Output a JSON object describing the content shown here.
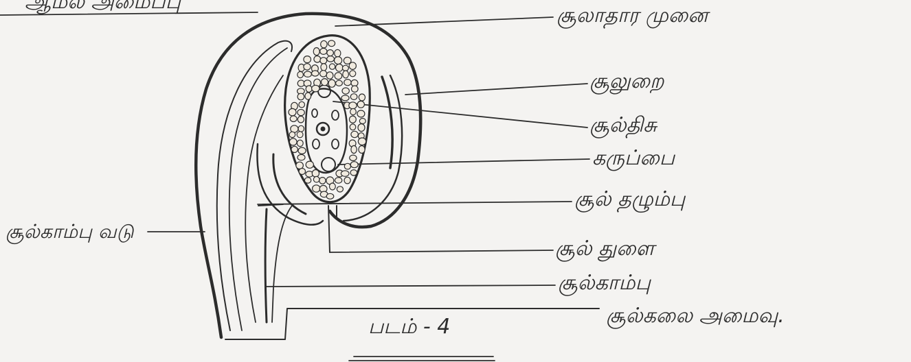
{
  "heading": "ஆம்ல அமைப்பு",
  "caption": "படம் - 4",
  "colors": {
    "paper": "#f4f3f1",
    "ink": "#2c2c2c",
    "cell_fill": "#f0eadf"
  },
  "labels": {
    "apex": "சூலாதார முனை",
    "integument": "சூலுறை",
    "nucellus": "சூல்திசு",
    "embryo_sac": "கருப்பை",
    "chalaza": "சூல் தழும்பு",
    "micropyle": "சூல் துளை",
    "funicle": "சூல்காம்பு",
    "placenta": "சூல்காம்பு வடு",
    "placenta_tissue": "சூல்கலை அமைவு."
  }
}
